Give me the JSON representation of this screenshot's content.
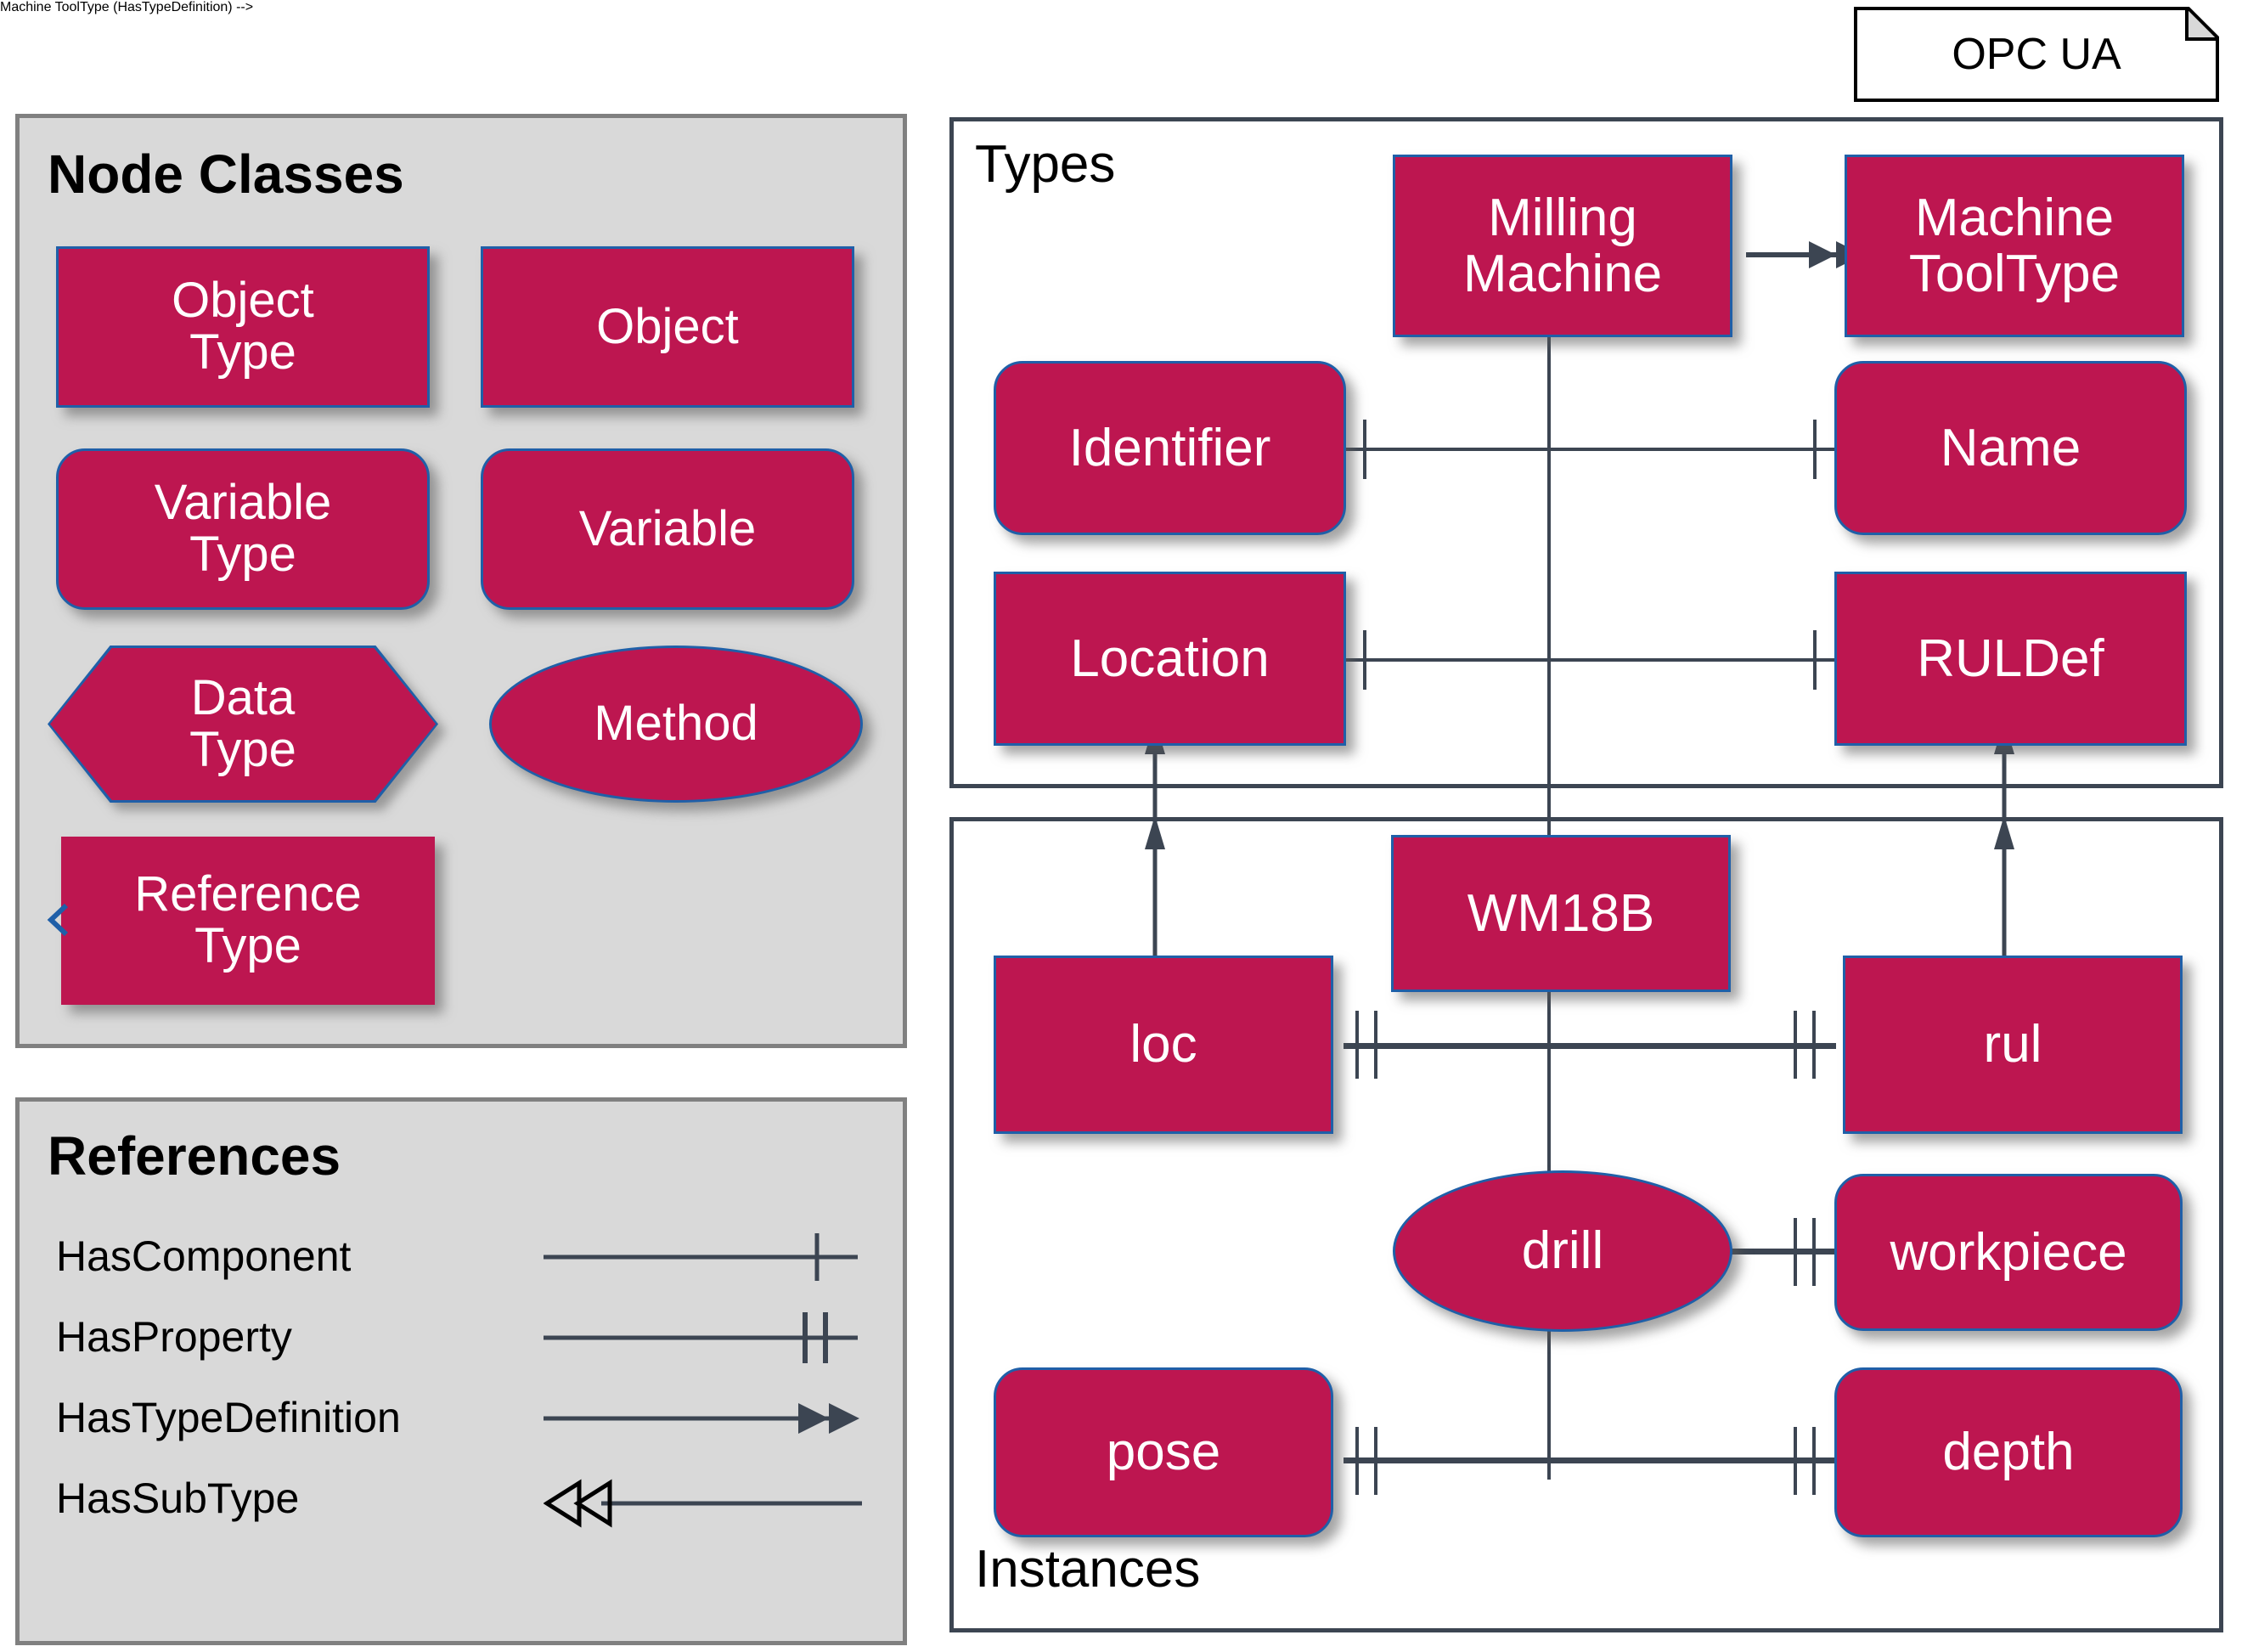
{
  "title_note": {
    "label": "OPC UA"
  },
  "node_classes_panel": {
    "title": "Node Classes",
    "items": [
      {
        "label": "Object\nType",
        "shape": "rectangle"
      },
      {
        "label": "Object",
        "shape": "rectangle"
      },
      {
        "label": "Variable\nType",
        "shape": "rounded-rectangle"
      },
      {
        "label": "Variable",
        "shape": "rounded-rectangle"
      },
      {
        "label": "Data\nType",
        "shape": "hexagon"
      },
      {
        "label": "Method",
        "shape": "ellipse"
      },
      {
        "label": "Reference\nType",
        "shape": "rectangle-plain"
      }
    ]
  },
  "references_panel": {
    "title": "References",
    "items": [
      {
        "label": "HasComponent",
        "symbol": "line-single-tick"
      },
      {
        "label": "HasProperty",
        "symbol": "line-double-tick"
      },
      {
        "label": "HasTypeDefinition",
        "symbol": "line-double-arrowhead"
      },
      {
        "label": "HasSubType",
        "symbol": "line-hollow-double-triangle"
      }
    ]
  },
  "types_frame": {
    "label": "Types",
    "nodes": [
      {
        "id": "milling-machine",
        "label": "Milling\nMachine",
        "shape": "rectangle"
      },
      {
        "id": "machine-tooltype",
        "label": "Machine\nToolType",
        "shape": "rectangle"
      },
      {
        "id": "identifier",
        "label": "Identifier",
        "shape": "rounded-rectangle"
      },
      {
        "id": "name",
        "label": "Name",
        "shape": "rounded-rectangle"
      },
      {
        "id": "location",
        "label": "Location",
        "shape": "rectangle"
      },
      {
        "id": "ruldef",
        "label": "RULDef",
        "shape": "rectangle"
      }
    ]
  },
  "instances_frame": {
    "label": "Instances",
    "nodes": [
      {
        "id": "wm18b",
        "label": "WM18B",
        "shape": "rectangle"
      },
      {
        "id": "loc",
        "label": "loc",
        "shape": "rectangle"
      },
      {
        "id": "rul",
        "label": "rul",
        "shape": "rectangle"
      },
      {
        "id": "drill",
        "label": "drill",
        "shape": "ellipse"
      },
      {
        "id": "workpiece",
        "label": "workpiece",
        "shape": "rounded-rectangle"
      },
      {
        "id": "pose",
        "label": "pose",
        "shape": "rounded-rectangle"
      },
      {
        "id": "depth",
        "label": "depth",
        "shape": "rounded-rectangle"
      }
    ]
  },
  "colors": {
    "node_fill": "#BD1650",
    "node_border": "#1F5FA8",
    "node_text": "#FFFFFF",
    "panel_fill": "#D9D9D9",
    "panel_border": "#808080",
    "frame_border": "#3C4552",
    "connector": "#3C4552",
    "page_background": "#FFFFFF"
  }
}
